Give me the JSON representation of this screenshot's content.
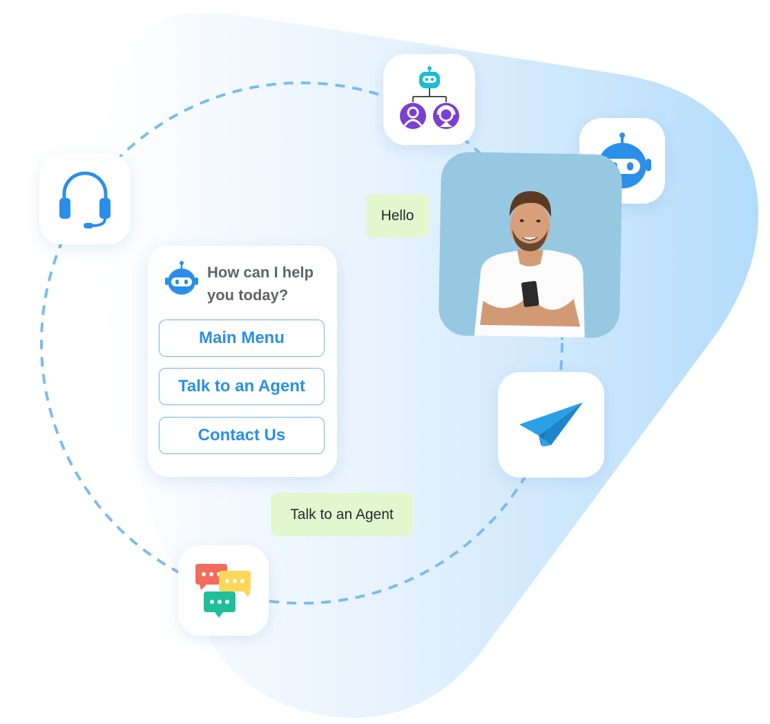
{
  "card": {
    "question": "How can I help you today?",
    "options": [
      "Main Menu",
      "Talk to an Agent",
      "Contact Us"
    ]
  },
  "bubbles": {
    "hello": "Hello",
    "reply": "Talk to an Agent"
  },
  "icons": {
    "headset": "headset-icon",
    "routing": "bot-routing-icon",
    "bot": "robot-icon",
    "send": "paper-plane-icon",
    "chats": "chat-bubbles-icon"
  },
  "colors": {
    "accent": "#2a8fe8",
    "bubble": "#e3f7cf",
    "dash": "#79bcef"
  }
}
